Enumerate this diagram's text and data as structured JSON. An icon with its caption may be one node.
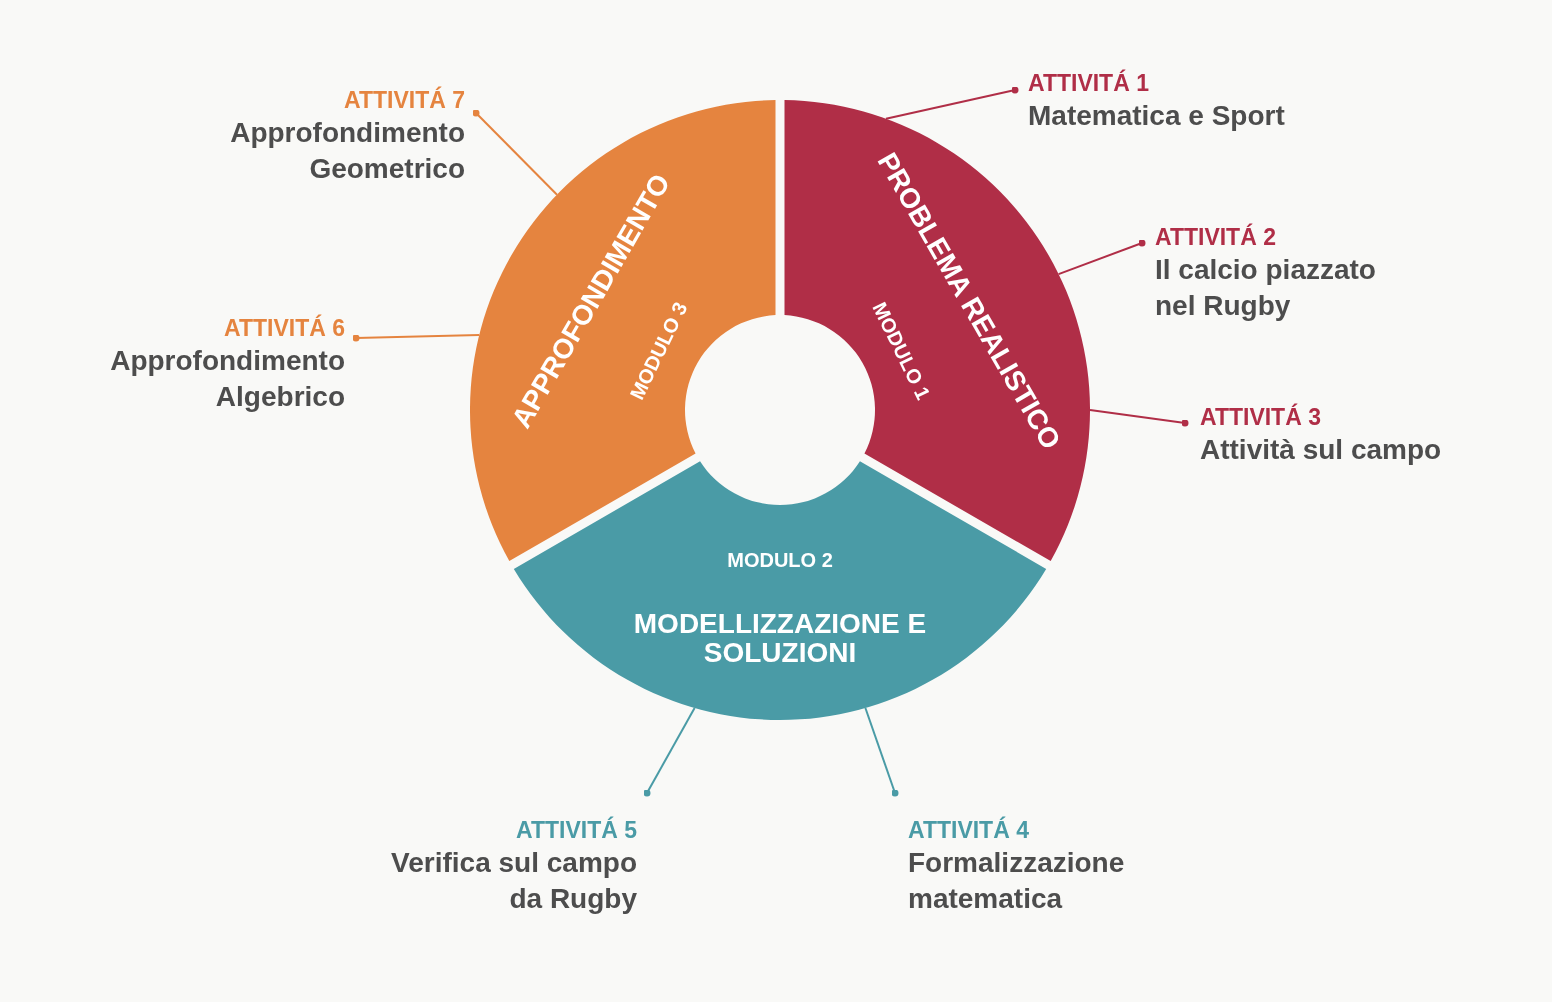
{
  "diagram": {
    "nodes": [
      {
        "text": [
          "MODULO 1",
          "PROBLEMA REALISTICO"
        ]
      },
      {
        "text": [
          "MODULO 2",
          "MODELLIZZAZIONE E SOLUZIONI"
        ]
      },
      {
        "text": [
          "MODULO 3",
          "APPROFONDIMENTO"
        ]
      },
      {
        "text": [
          "ATTIVITÁ 1",
          "Matematica e Sport"
        ]
      },
      {
        "text": [
          "ATTIVITÁ 2",
          "Il calcio piazzato nel Rugby"
        ]
      },
      {
        "text": [
          "ATTIVITÁ 3",
          "Attività sul campo"
        ]
      },
      {
        "text": [
          "ATTIVITÁ 4",
          "Formalizzazione matematica"
        ]
      },
      {
        "text": [
          "ATTIVITÁ 5",
          "Verifica sul campo da Rugby"
        ]
      },
      {
        "text": [
          "ATTIVITÁ 6",
          "Approfondimento Algebrico"
        ]
      },
      {
        "text": [
          "ATTIVITÁ 7",
          "Approfondimento Geometrico"
        ]
      }
    ],
    "edges": [
      {
        "from": 3,
        "to": 0,
        "arrow": "other"
      },
      {
        "from": 4,
        "to": 0,
        "arrow": "other"
      },
      {
        "from": 5,
        "to": 0,
        "arrow": "other"
      },
      {
        "from": 6,
        "to": 1,
        "arrow": "other",
        "color": "#4a9ba6"
      },
      {
        "from": 7,
        "to": 1,
        "arrow": "other",
        "color": "#4a9ba6"
      },
      {
        "from": 8,
        "to": 2,
        "arrow": "other",
        "color": "#e5843f"
      },
      {
        "from": 9,
        "to": 2,
        "arrow": "other",
        "color": "#e5843f"
      }
    ]
  }
}
